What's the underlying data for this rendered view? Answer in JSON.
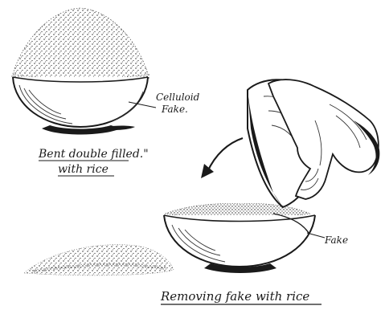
{
  "labels": {
    "celluloid_fake": [
      "Celluloid",
      "Fake."
    ],
    "caption_left": [
      "Bent double filled.\"",
      "with rice"
    ],
    "fake": "Fake",
    "caption_bottom": "Removing fake with rice"
  },
  "colors": {
    "ink": "#1a1a1a",
    "paper": "#ffffff"
  }
}
